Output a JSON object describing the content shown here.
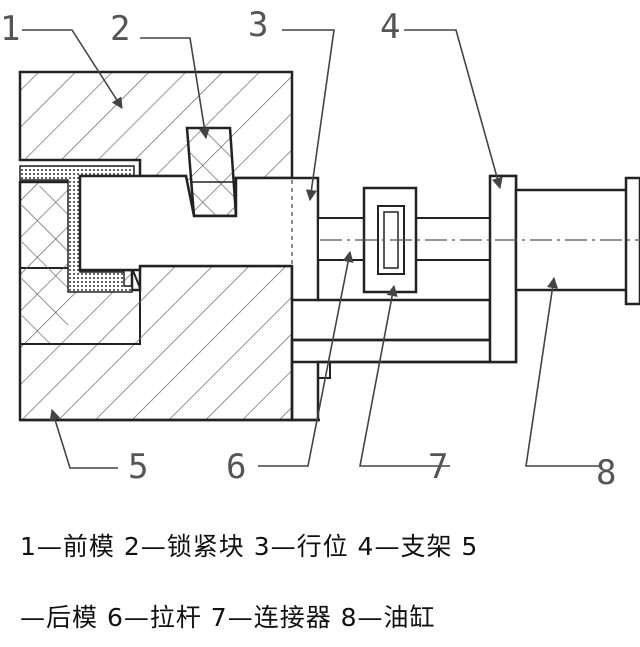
{
  "diagram": {
    "callouts": [
      "1",
      "2",
      "3",
      "4",
      "5",
      "6",
      "7",
      "8"
    ]
  },
  "caption": {
    "line1": "1—前模 2—锁紧块 3—行位 4—支架 5",
    "line2": "—后模 6—拉杆 7—连接器 8—油缸"
  }
}
